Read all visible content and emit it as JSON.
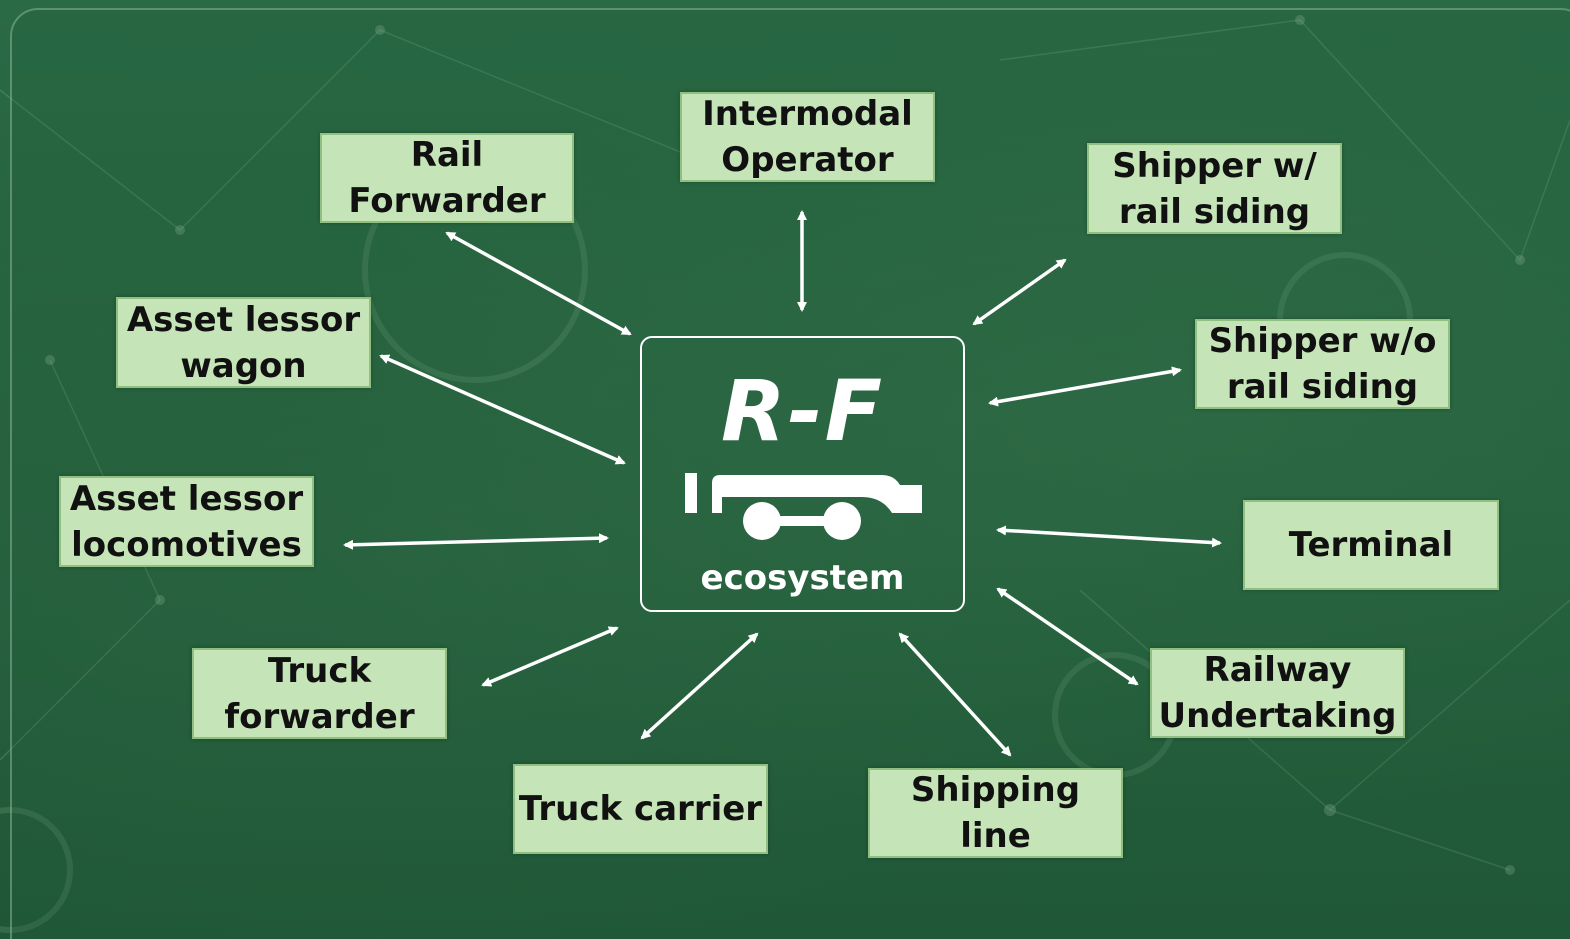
{
  "hub": {
    "logo": "R-F",
    "label": "ecosystem"
  },
  "nodes": {
    "intermodal_operator": "Intermodal\nOperator",
    "rail_forwarder": "Rail\nForwarder",
    "shipper_with_siding": "Shipper w/\nrail siding",
    "asset_lessor_wagon": "Asset lessor\nwagon",
    "shipper_without_siding": "Shipper w/o\nrail siding",
    "asset_lessor_locomotives": "Asset lessor\nlocomotives",
    "terminal": "Terminal",
    "truck_forwarder": "Truck\nforwarder",
    "railway_undertaking": "Railway\nUndertaking",
    "truck_carrier": "Truck carrier",
    "shipping_line": "Shipping\nline"
  },
  "colors": {
    "background": "#24613d",
    "node_fill": "#c5e5b8",
    "node_border": "#8fc07f",
    "arrow": "#ffffff"
  }
}
